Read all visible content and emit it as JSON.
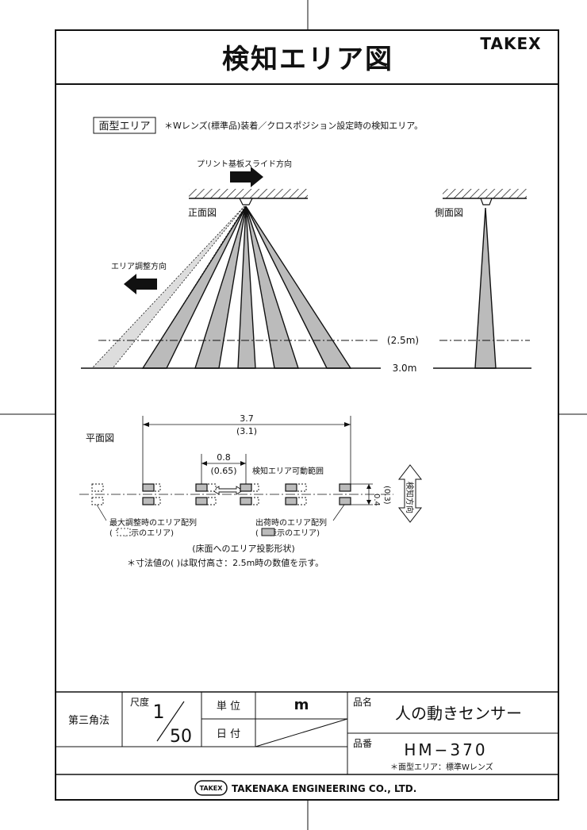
{
  "header": {
    "title": "検知エリア図",
    "brand": "TAKEX"
  },
  "intro": {
    "badge": "面型エリア",
    "note": "＊Wレンズ(標準品)装着／クロスポジション設定時の検知エリア。"
  },
  "front_view": {
    "label": "正面図",
    "slide_direction": "プリント基板スライド方向",
    "adjust_direction": "エリア調整方向"
  },
  "side_view": {
    "label": "側面図"
  },
  "heights": {
    "h25": "(2.5m)",
    "h30": "3.0m"
  },
  "plan_view": {
    "label": "平面図",
    "dim_width": "3.7",
    "dim_width_alt": "(3.1)",
    "dim_step": "0.8",
    "dim_step_alt": "(0.65)",
    "movable_range": "検知エリア可動範囲",
    "dim_depth": "0.4",
    "dim_depth_alt": "(0.3)",
    "detect_direction": "検知方向",
    "legend_max_line1": "最大調整時のエリア配列",
    "legend_max_line2": "(      で表示のエリア)",
    "legend_ship_line1": "出荷時のエリア配列",
    "legend_ship_line2": "(      で表示のエリア)",
    "caption": "(床面へのエリア投影形状)",
    "footnote": "＊寸法値の(  )は取付高さ：2.5m時の数値を示す。"
  },
  "title_block": {
    "projection": "第三角法",
    "scale_label": "尺度",
    "scale_num": "1",
    "scale_den": "50",
    "unit_label": "単 位",
    "unit_value": "m",
    "date_label": "日 付",
    "product_name_label": "品名",
    "product_name": "人の動きセンサー",
    "product_no_label": "品番",
    "product_no": "HM−370",
    "product_no_note": "＊面型エリア：標準Wレンズ",
    "company_logo": "TAKEX",
    "company": "TAKENAKA ENGINEERING CO., LTD."
  }
}
